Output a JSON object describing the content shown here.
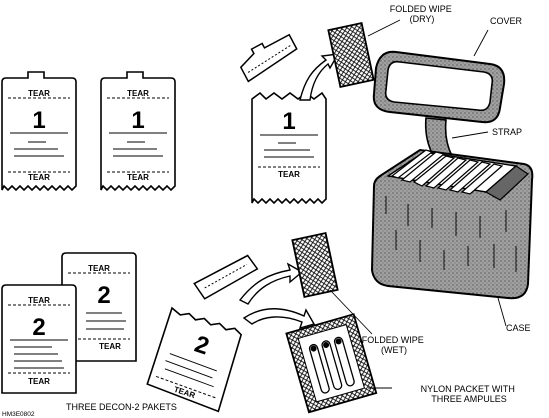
{
  "packet_text": {
    "tear": "TEAR",
    "decon1_number": "1",
    "decon2_number": "2"
  },
  "labels": {
    "folded_wipe_dry": "FOLDED WIPE\n(DRY)",
    "cover": "COVER",
    "strap": "STRAP",
    "case": "CASE",
    "folded_wipe_wet": "FOLDED WIPE\n(WET)",
    "nylon_packet": "NYLON PACKET WITH\nTHREE AMPULES",
    "three_decon2_pakets": "THREE DECON-2 PAKETS",
    "figure_code": "HM3E0802"
  },
  "colors": {
    "ink": "#000000",
    "paper": "#ffffff",
    "case_fill": "#9a9a9a"
  }
}
